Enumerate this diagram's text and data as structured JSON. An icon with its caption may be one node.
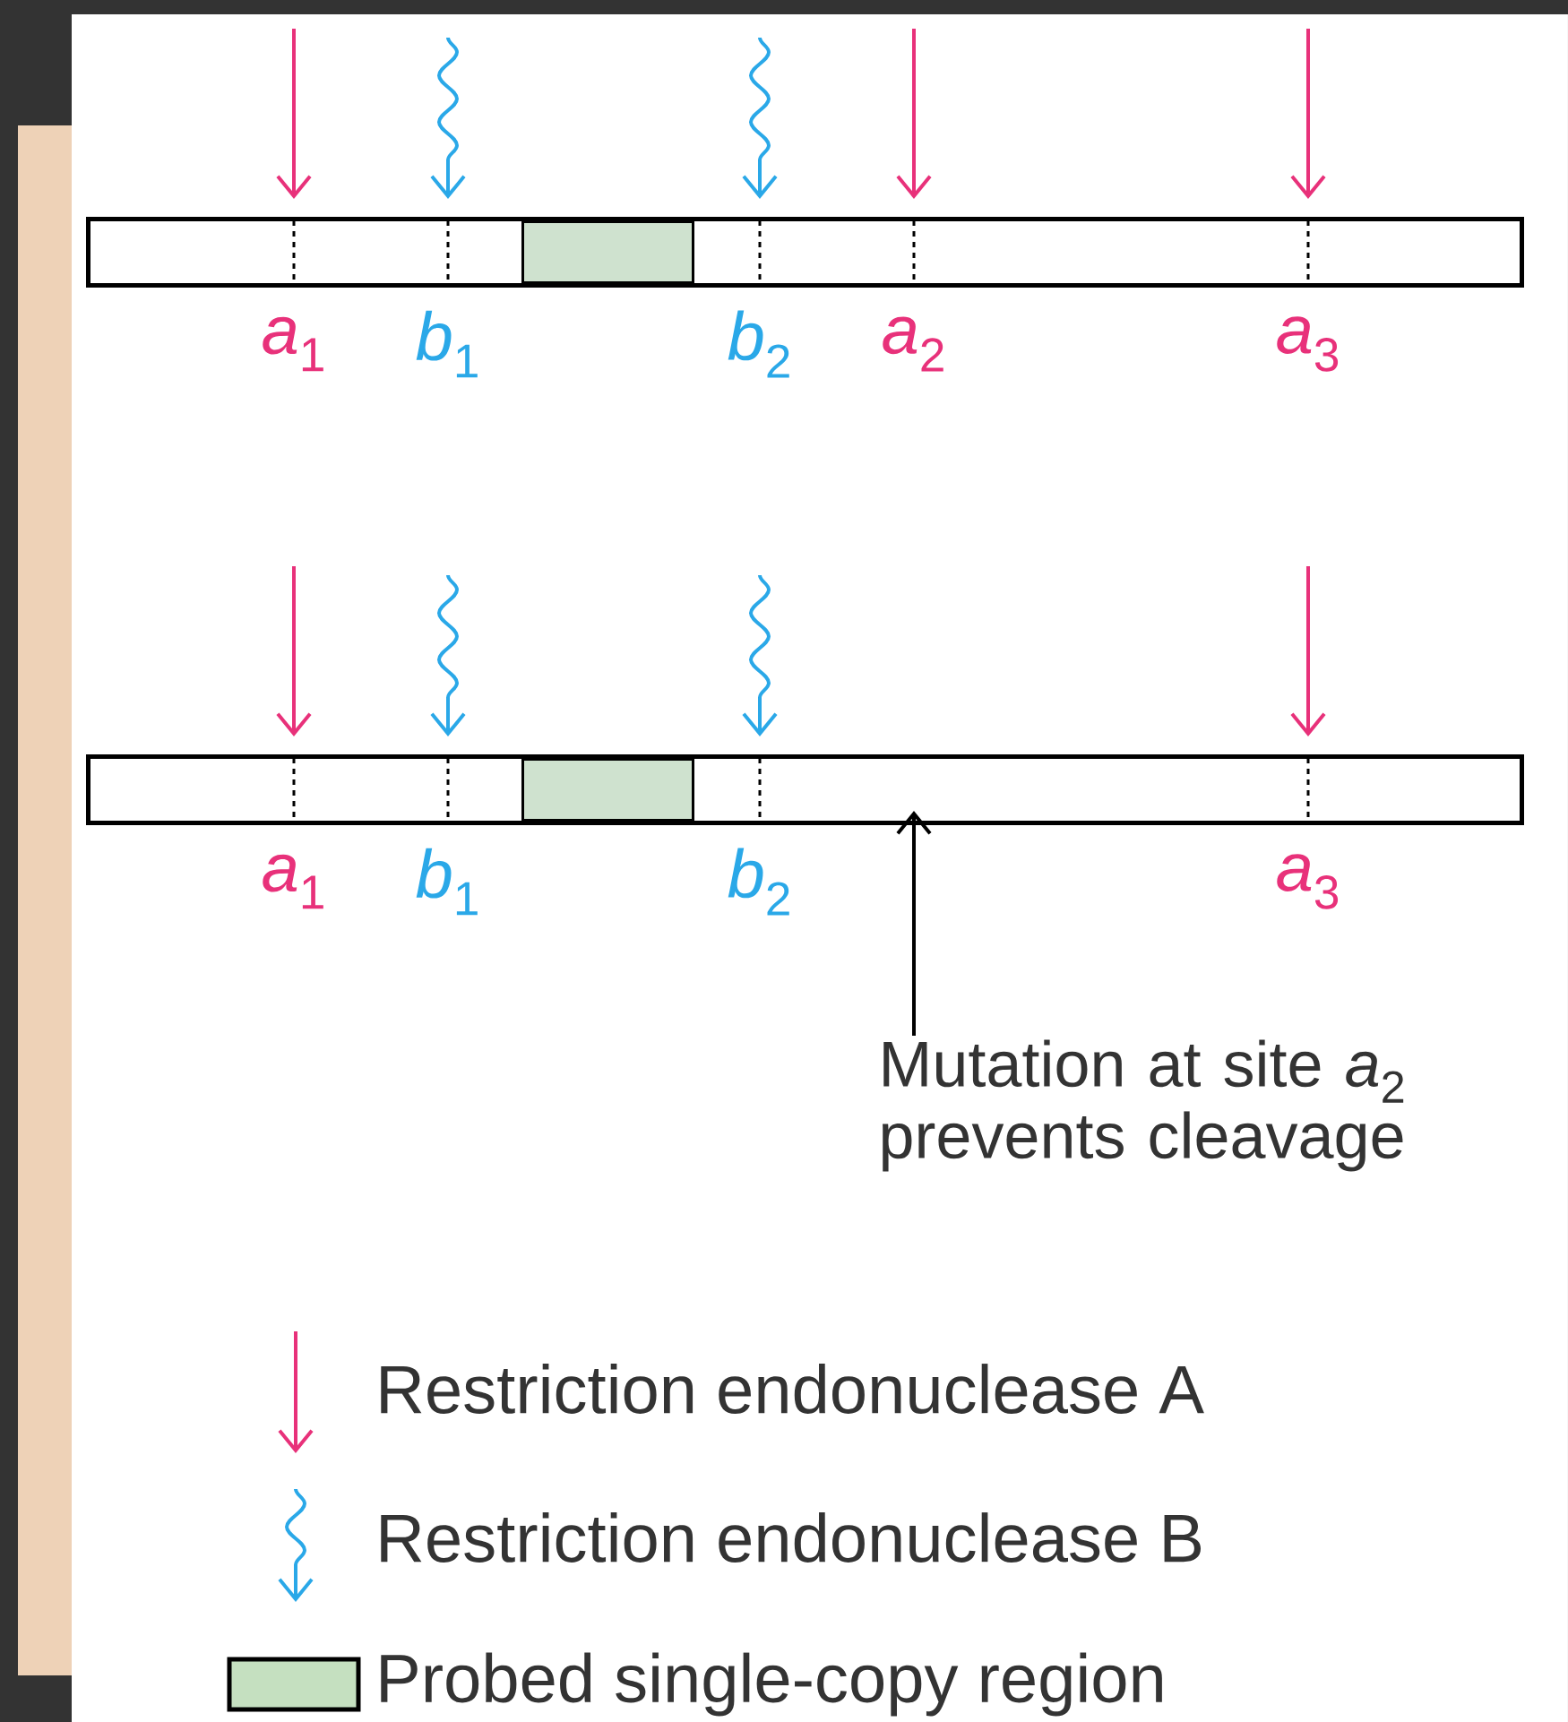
{
  "diagram": {
    "nodes": [
      {
        "text": [],
        "shape": "bar"
      },
      {
        "text": [],
        "shape": "box",
        "in": 0
      },
      {
        "text": [],
        "shape": "bar"
      },
      {
        "text": [],
        "shape": "box",
        "in": 2
      },
      {
        "text": [
          "Mutation at site *a*$_{2}$ prevents cleavage"
        ]
      }
    ],
    "edges": [
      {
        "from": 4,
        "to": 2,
        "arrow": "to"
      }
    ],
    "labels": [
      "*a*$_{1}$",
      "*b*$_{1}$",
      "*b*$_{2}$",
      "*a*$_{2}$",
      "*a*$_{3}$",
      "*a*$_{1}$",
      "*b*$_{1}$",
      "*b*$_{2}$",
      "*a*$_{3}$"
    ],
    "legend": [
      {
        "text": "Restriction endonuclease A"
      },
      {
        "text": "Restriction endonuclease B"
      },
      {
        "text": "Probed single-copy region",
        "color": "#c5e0c0"
      }
    ]
  }
}
